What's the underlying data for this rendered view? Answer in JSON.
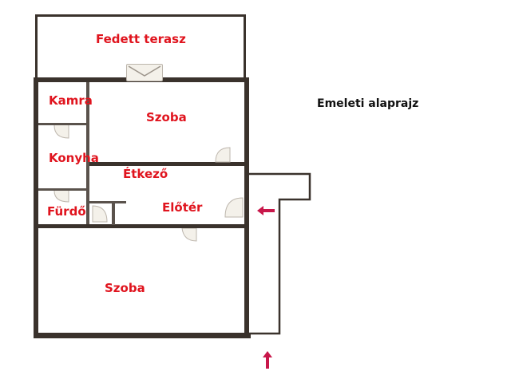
{
  "title": "Emeleti alaprajz",
  "rooms": {
    "terrace": "Fedett terasz",
    "pantry": "Kamra",
    "room_top": "Szoba",
    "kitchen": "Konyha",
    "dining": "Étkező",
    "bathroom": "Fürdő",
    "hall": "Előtér",
    "room_bottom": "Szoba"
  },
  "colors": {
    "label": "#e0141e",
    "wall": "#3a322c",
    "arrow": "#c8174a"
  },
  "icons": {
    "entry_arrow_left": "arrow-left",
    "entry_arrow_up": "arrow-up"
  }
}
